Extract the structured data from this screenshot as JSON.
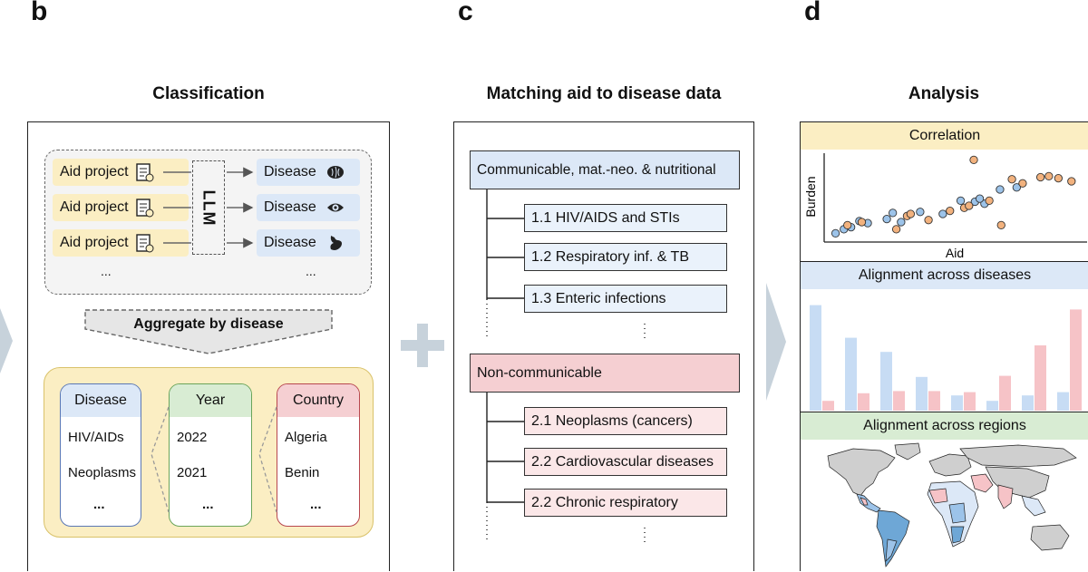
{
  "panels": {
    "b": "b",
    "c": "c",
    "d": "d"
  },
  "classification": {
    "title": "Classification",
    "aid_label": "Aid project",
    "llm": "LLM",
    "disease_label": "Disease",
    "ellipsis": "...",
    "aggregate": "Aggregate by disease",
    "columns": [
      {
        "head": "Disease",
        "items": [
          "HIV/AIDs",
          "Neoplasms",
          "..."
        ]
      },
      {
        "head": "Year",
        "items": [
          "2022",
          "2021",
          "..."
        ]
      },
      {
        "head": "Country",
        "items": [
          "Algeria",
          "Benin",
          "..."
        ]
      }
    ]
  },
  "matching": {
    "title": "Matching aid to disease data",
    "group1": "Communicable, mat.-neo. & nutritional",
    "group1_items": [
      "1.1 HIV/AIDS and STIs",
      "1.2 Respiratory inf. & TB",
      "1.3 Enteric infections"
    ],
    "group2": "Non-communicable",
    "group2_items": [
      "2.1 Neoplasms (cancers)",
      "2.2 Cardiovascular diseases",
      "2.2 Chronic respiratory"
    ]
  },
  "analysis": {
    "title": "Analysis",
    "correlation": "Correlation",
    "ylabel": "Burden",
    "xlabel": "Aid",
    "alignment_diseases": "Alignment across diseases",
    "alignment_regions": "Alignment across regions"
  },
  "colors": {
    "blue_fill": "#dce8f7",
    "blue_border": "#5a78b5",
    "green_fill": "#d8ecd3",
    "green_border": "#6aa55a",
    "red_fill": "#f5cfd2",
    "red_border": "#b8474f",
    "yellow_fill": "#fbeec3",
    "yellow_border": "#d9c26a",
    "bar_blue": "#c7dcf4",
    "bar_red": "#f6c3c7",
    "dot_blue": "#9cc3e9",
    "dot_orange": "#f2b27e"
  },
  "chart_data": [
    {
      "type": "scatter",
      "title": "Correlation",
      "xlabel": "Aid",
      "ylabel": "Burden",
      "series": [
        {
          "color": "blue",
          "points": [
            [
              0.5,
              0.5
            ],
            [
              1.2,
              0.9
            ],
            [
              2.5,
              1.7
            ],
            [
              3.2,
              1.5
            ],
            [
              4.8,
              1.9
            ],
            [
              6.0,
              1.6
            ],
            [
              7.6,
              2.6
            ],
            [
              12.2,
              3.6
            ],
            [
              13.0,
              3.4
            ],
            [
              14.3,
              4.8
            ],
            [
              15.7,
              5.0
            ],
            [
              5.3,
              2.5
            ],
            [
              9.5,
              2.4
            ],
            [
              11.0,
              3.7
            ],
            [
              12.6,
              3.9
            ],
            [
              1.8,
              1.1
            ]
          ]
        },
        {
          "color": "orange",
          "points": [
            [
              1.5,
              1.3
            ],
            [
              2.7,
              1.6
            ],
            [
              5.6,
              0.9
            ],
            [
              6.5,
              2.2
            ],
            [
              8.3,
              1.8
            ],
            [
              10.1,
              2.7
            ],
            [
              11.3,
              3.0
            ],
            [
              11.7,
              3.2
            ],
            [
              12.1,
              7.7
            ],
            [
              13.4,
              3.7
            ],
            [
              14.4,
              1.3
            ],
            [
              15.3,
              5.8
            ],
            [
              16.2,
              5.4
            ],
            [
              17.7,
              6.0
            ],
            [
              18.4,
              6.1
            ],
            [
              19.2,
              5.9
            ],
            [
              20.3,
              5.6
            ],
            [
              6.8,
              2.4
            ]
          ]
        }
      ]
    },
    {
      "type": "bar",
      "title": "Alignment across diseases",
      "series": [
        {
          "color": "blue",
          "values": [
            0.97,
            0.67,
            0.54,
            0.31,
            0.14,
            0.09,
            0.14,
            0.17
          ]
        },
        {
          "color": "red",
          "values": [
            0.09,
            0.16,
            0.18,
            0.18,
            0.17,
            0.32,
            0.6,
            0.93
          ]
        }
      ]
    }
  ]
}
